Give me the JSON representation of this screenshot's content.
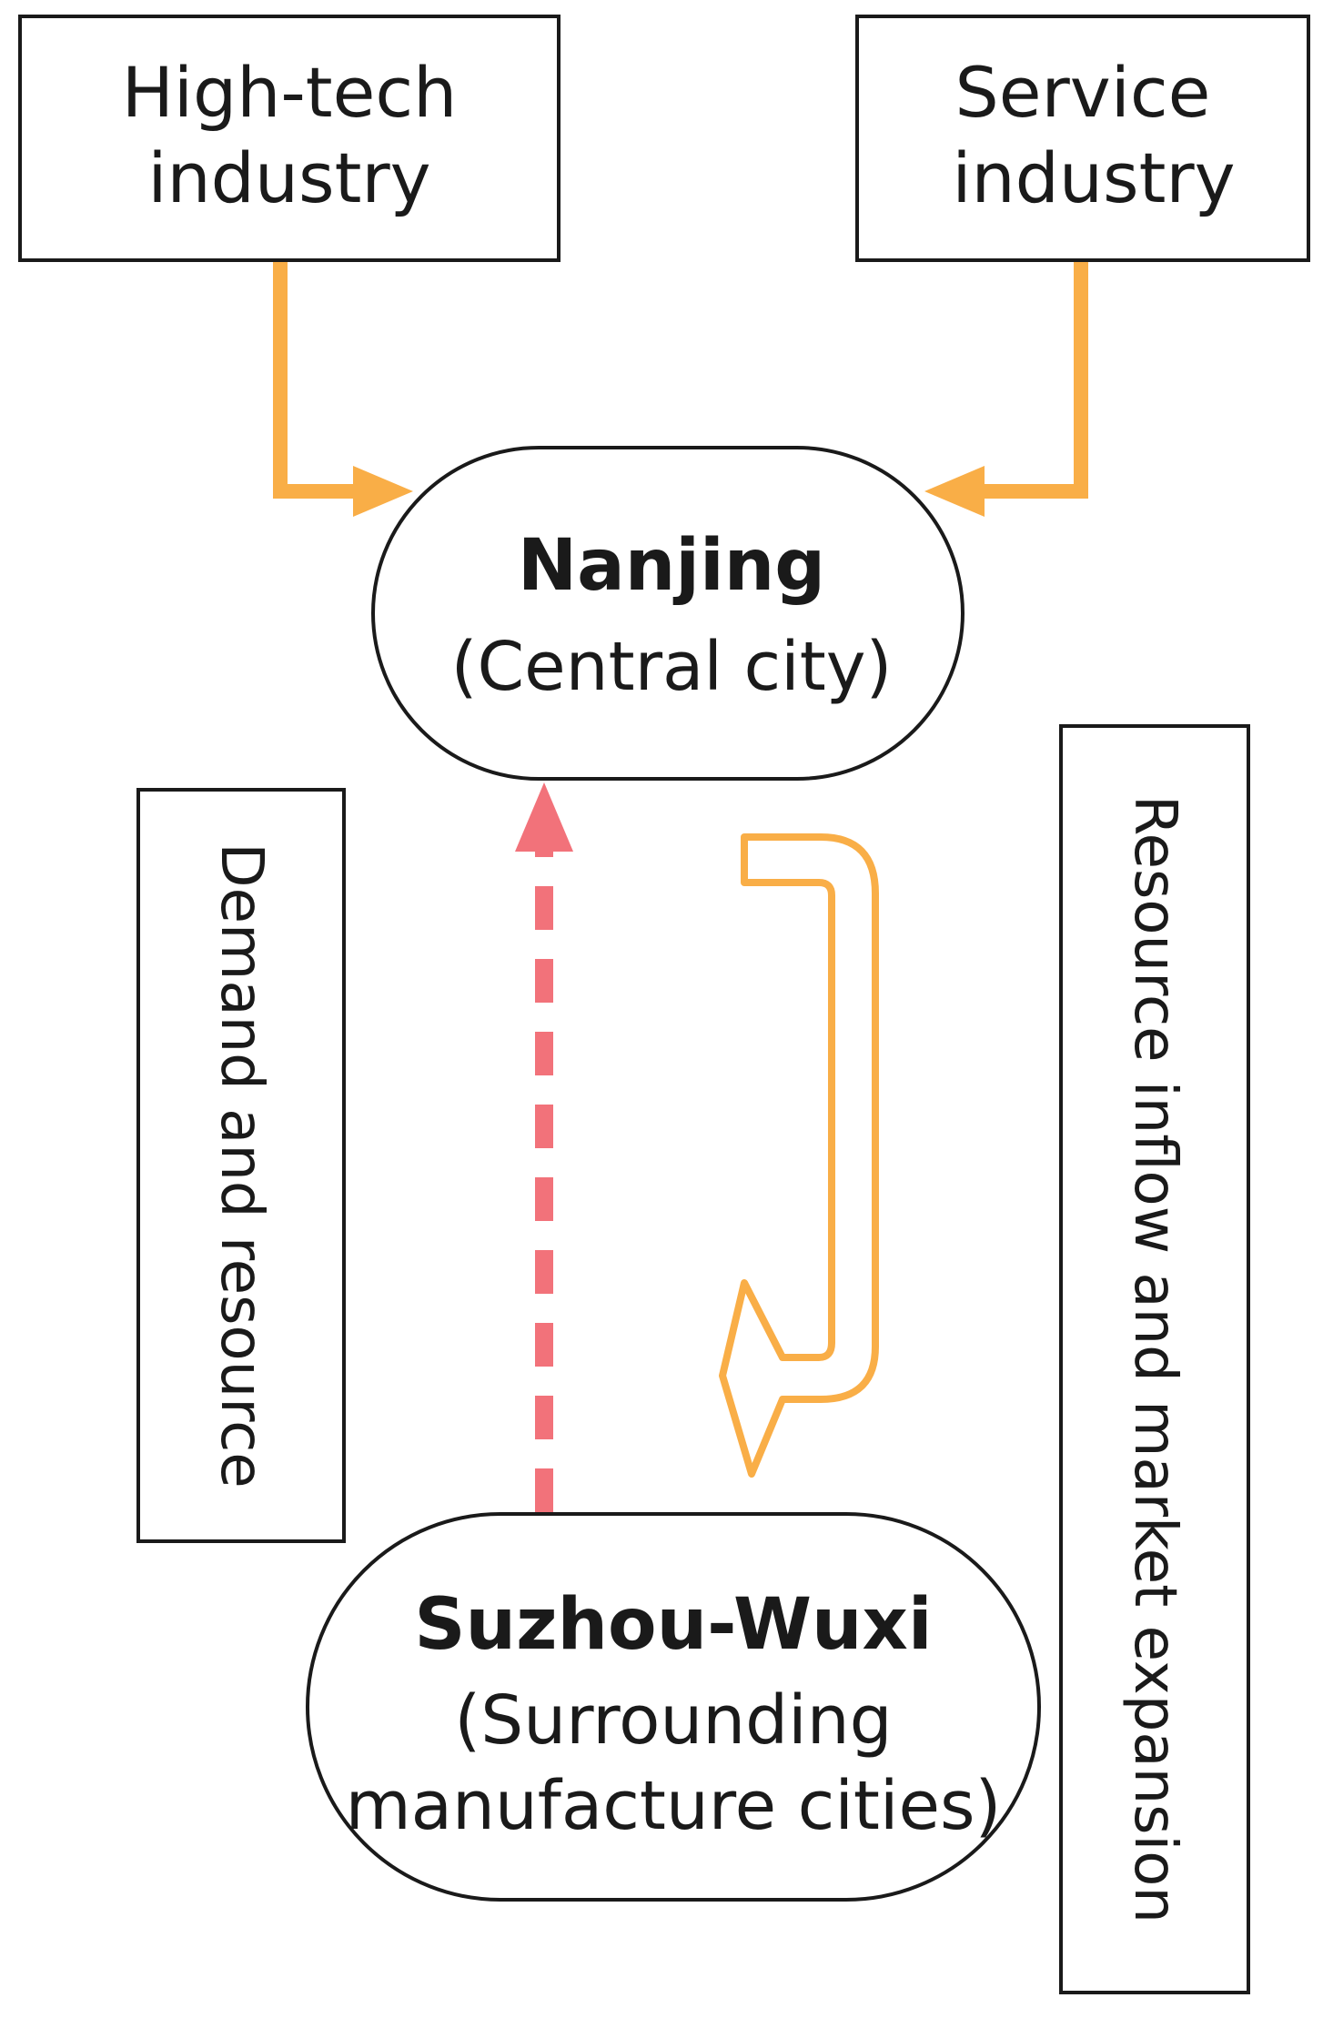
{
  "nodes": {
    "high_tech": {
      "line1": "High-tech",
      "line2": "industry"
    },
    "service": {
      "line1": "Service",
      "line2": "industry"
    },
    "nanjing": {
      "title": "Nanjing",
      "subtitle": "(Central city)"
    },
    "suzhou_wuxi": {
      "title": "Suzhou-Wuxi",
      "subtitle_line1": "(Surrounding",
      "subtitle_line2": "manufacture cities)"
    }
  },
  "side_labels": {
    "left": "Demand and resource",
    "right": "Resource inflow and market expansion"
  },
  "colors": {
    "orange_arrow": "#F9AE47",
    "red_dashed_arrow": "#F2727A",
    "outline": "#1a1a1a"
  }
}
